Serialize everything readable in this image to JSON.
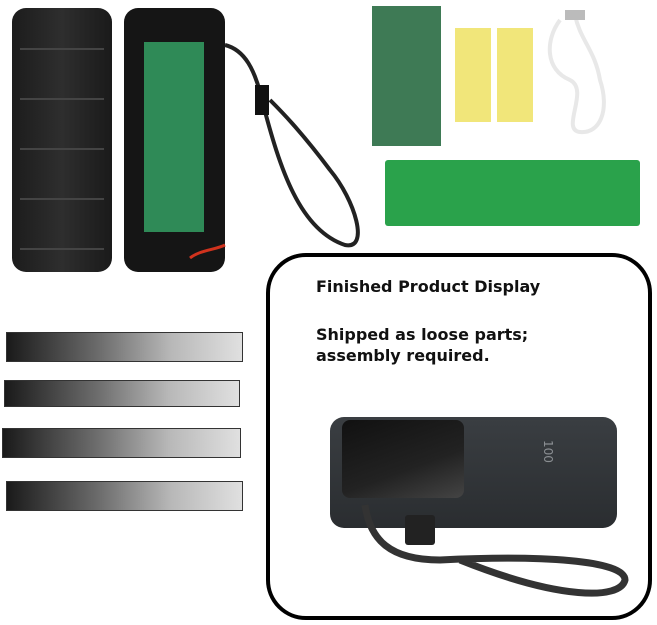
{
  "caption": {
    "title": "Finished Product Display",
    "note_line1": "Shipped as loose parts;",
    "note_line2": "assembly required."
  },
  "product_display_text": "100",
  "colors": {
    "case": "#1c1c1c",
    "pcb": "#2aa24b",
    "insulation_paper": "#3e7a55",
    "adhesive_pads": "#f1e67a",
    "border": "#000000"
  }
}
